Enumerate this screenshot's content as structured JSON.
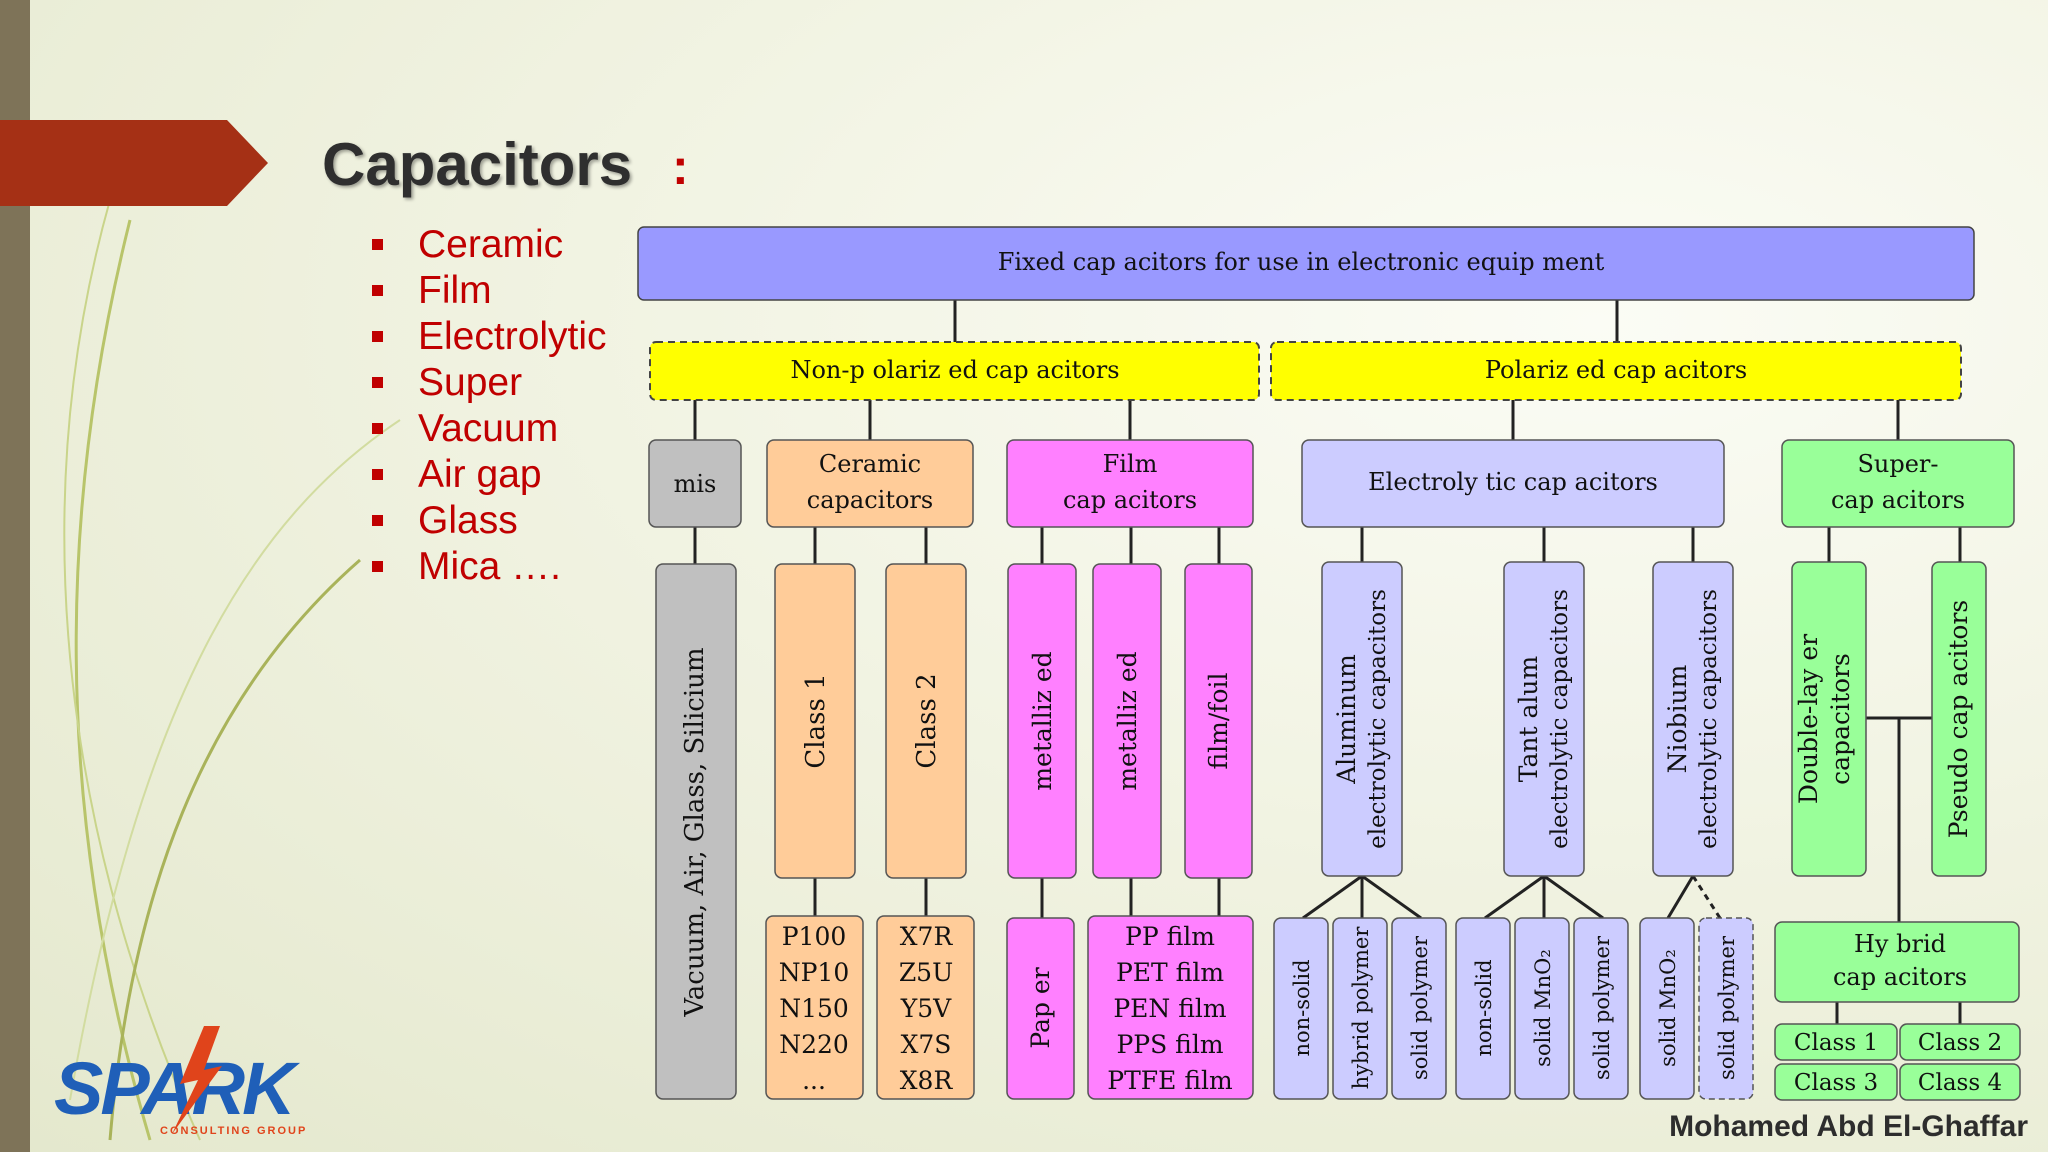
{
  "slide": {
    "title": "Capacitors",
    "title_colon": ":",
    "bullets": [
      "Ceramic",
      "Film",
      "Electrolytic",
      "Super",
      "Vacuum",
      "Air gap",
      "Glass",
      "Mica …."
    ],
    "author": "Mohamed Abd El-Ghaffar",
    "logo": {
      "main": "SPARK",
      "sub": "CONSULTING GROUP"
    }
  },
  "diagram": {
    "root": "Fixed cap acitors for use in electronic equip ment",
    "non_polarized": "Non-p olariz ed cap acitors",
    "polarized": "Polariz ed cap acitors",
    "misc": "mis",
    "misc_leaf": "Vacuum,  Air,  Glass,  Silicium",
    "ceramic": [
      "Ceramic",
      "capacitors"
    ],
    "ceramic_class1": "Class 1",
    "ceramic_class2": "Class 2",
    "class1_codes": [
      "P100",
      "NP10",
      "N150",
      "N220",
      "..."
    ],
    "class2_codes": [
      "X7R",
      "Z5U",
      "Y5V",
      "X7S",
      "X8R"
    ],
    "film": [
      "Film",
      "cap acitors"
    ],
    "film_metallized_1": "metalliz ed",
    "film_metallized_2": "metalliz ed",
    "film_foil": "film/foil",
    "film_paper": "Pap er",
    "film_types": [
      "PP film",
      "PET film",
      "PEN film",
      "PPS film",
      "PTFE film"
    ],
    "electrolytic": "Electroly tic cap acitors",
    "aluminum": [
      "Aluminum",
      "electrolytic capacitors"
    ],
    "tantalum": [
      "Tant alum",
      "electrolytic capacitors"
    ],
    "niobium": [
      "Niobium",
      "electrolytic capacitors"
    ],
    "al_leaves": [
      "non-solid",
      "hybrid polymer",
      "solid polymer"
    ],
    "ta_leaves": [
      "non-solid",
      "solid MnO₂",
      "solid polymer"
    ],
    "nb_leaves": [
      "solid MnO₂",
      "solid polymer"
    ],
    "super": [
      "Super-",
      "cap acitors"
    ],
    "double_layer": [
      "Double-lay er",
      "capacitors"
    ],
    "pseudo": "Pseudo cap acitors",
    "hybrid": [
      "Hy brid",
      "cap acitors"
    ],
    "hybrid_classes": [
      "Class 1",
      "Class 2",
      "Class 3",
      "Class 4"
    ]
  },
  "colors": {
    "accent": "#c00000",
    "arrow": "#a53015",
    "root_fill": "#9999ff",
    "group_fill": "#ffff00",
    "misc_fill": "#c0c0c0",
    "ceramic_fill": "#ffcc99",
    "film_fill": "#ff80ff",
    "electrolytic_fill": "#ccccff",
    "super_fill": "#99ff99"
  }
}
